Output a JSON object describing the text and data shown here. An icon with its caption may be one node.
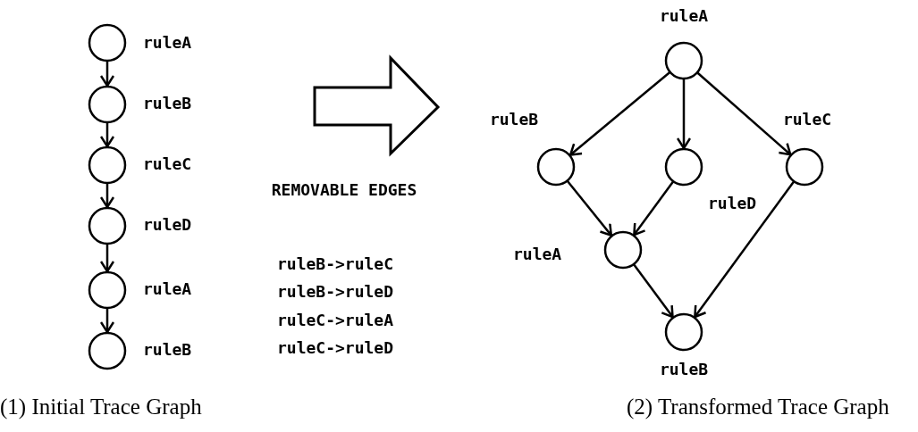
{
  "diagram": {
    "nodes": [
      {
        "text": [
          "ruleA"
        ]
      },
      {
        "text": [
          "ruleB"
        ]
      },
      {
        "text": [
          "ruleC"
        ]
      },
      {
        "text": [
          "ruleD"
        ]
      },
      {
        "text": [
          "ruleA"
        ]
      },
      {
        "text": [
          "ruleB"
        ]
      },
      {
        "text": [
          "ruleA"
        ]
      },
      {
        "text": [
          "ruleB"
        ]
      },
      {
        "text": [
          "ruleD"
        ]
      },
      {
        "text": [
          "ruleC"
        ]
      },
      {
        "text": [
          "ruleA"
        ]
      },
      {
        "text": [
          "ruleB"
        ]
      }
    ],
    "edges": [
      {
        "from": 0,
        "to": 1,
        "arrow": "to"
      },
      {
        "from": 1,
        "to": 2,
        "arrow": "to"
      },
      {
        "from": 2,
        "to": 3,
        "arrow": "to"
      },
      {
        "from": 3,
        "to": 4,
        "arrow": "to"
      },
      {
        "from": 4,
        "to": 5,
        "arrow": "to"
      },
      {
        "from": 6,
        "to": 7,
        "arrow": "to"
      },
      {
        "from": 6,
        "to": 8,
        "arrow": "to"
      },
      {
        "from": 6,
        "to": 9,
        "arrow": "to"
      },
      {
        "from": 7,
        "to": 10,
        "arrow": "to"
      },
      {
        "from": 8,
        "to": 10,
        "arrow": "to"
      },
      {
        "from": 10,
        "to": 11,
        "arrow": "to"
      },
      {
        "from": 9,
        "to": 11,
        "arrow": "to"
      }
    ],
    "labels": [
      "REMOVABLE EDGES",
      "ruleB->ruleC",
      "ruleB->ruleD",
      "ruleC->ruleA",
      "ruleC->ruleD",
      "(1) Initial Trace Graph",
      "(2) Transformed Trace Graph"
    ]
  }
}
